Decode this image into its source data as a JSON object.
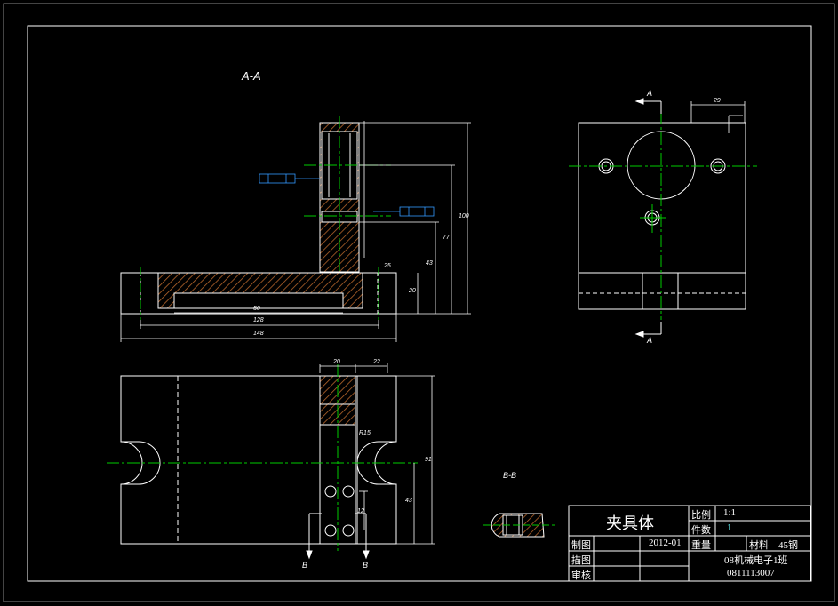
{
  "views": {
    "section_aa": "A-A",
    "section_bb": "B-B",
    "cut_label_a": "A",
    "cut_label_b": "B"
  },
  "dimensions": {
    "d25": "25",
    "d148": "148",
    "d128": "128",
    "d50": "50",
    "d20_base": "20",
    "d43": "43",
    "d77": "77",
    "d100": "100",
    "d20_top": "20",
    "d22": "22",
    "d91": "91",
    "d43_lower": "43",
    "d12": "12",
    "r15": "R15",
    "d29": "29"
  },
  "title_block": {
    "title": "夹具体",
    "scale_label": "比例",
    "scale_value": "1:1",
    "qty_label": "件数",
    "qty_value": "1",
    "drawn_label": "制图",
    "drawn_date": "2012-01",
    "weight_label": "重量",
    "material_label": "材料",
    "material_value": "45钢",
    "traced_label": "描图",
    "class_name": "08机械电子1班",
    "checked_label": "审核",
    "student_id": "0811113007"
  },
  "colors": {
    "outline": "#ffffff",
    "centerline": "#00cc00",
    "hatch": "#a0522d",
    "dimension": "#ffffff",
    "tolerance_frame": "#3399ff",
    "background": "#000000"
  }
}
